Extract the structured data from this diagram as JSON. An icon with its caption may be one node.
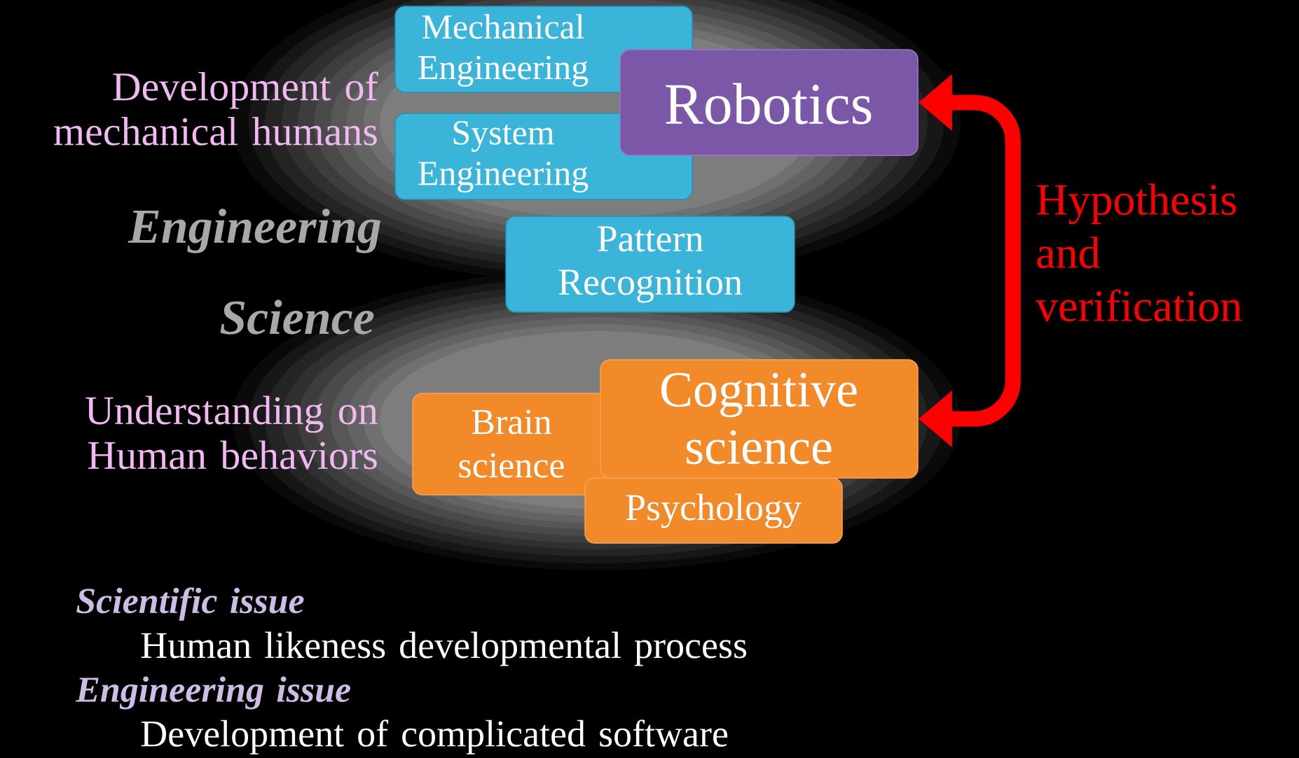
{
  "diagram": {
    "nodes": [
      {
        "text": [
          "Mechanical Engineering"
        ]
      },
      {
        "text": [
          "System Engineering"
        ]
      },
      {
        "text": [
          "Robotics"
        ]
      },
      {
        "text": [
          "Pattern Recognition"
        ]
      },
      {
        "text": [
          "Brain science"
        ]
      },
      {
        "text": [
          "Cognitive science"
        ]
      },
      {
        "text": [
          "Psychology"
        ]
      }
    ],
    "edges": [
      {
        "from": 2,
        "to": 5,
        "arrow": "both",
        "label": "Hypothesis and verification",
        "color": "#ff0000"
      }
    ],
    "labels": [
      "Development of mechanical humans",
      "Engineering",
      "Science",
      "Understanding on Human behaviors",
      "Scientific issue",
      "Human likeness developmental process",
      "Engineering issue",
      "Development of complicated software"
    ]
  }
}
